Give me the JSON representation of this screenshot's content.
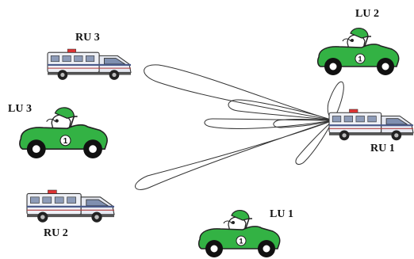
{
  "diagram": {
    "nodes": [
      {
        "id": "ru1",
        "label": "RU 1",
        "kind": "van"
      },
      {
        "id": "ru2",
        "label": "RU 2",
        "kind": "van"
      },
      {
        "id": "ru3",
        "label": "RU 3",
        "kind": "van"
      },
      {
        "id": "lu1",
        "label": "LU 1",
        "kind": "car"
      },
      {
        "id": "lu2",
        "label": "LU 2",
        "kind": "car"
      },
      {
        "id": "lu3",
        "label": "LU 3",
        "kind": "car"
      }
    ],
    "car_number": "1",
    "colors": {
      "car_body": "#33b244",
      "car_dark": "#1e7a2b",
      "wheel": "#111111",
      "van_body": "#eef0f6",
      "beam_line": "#333333"
    }
  }
}
